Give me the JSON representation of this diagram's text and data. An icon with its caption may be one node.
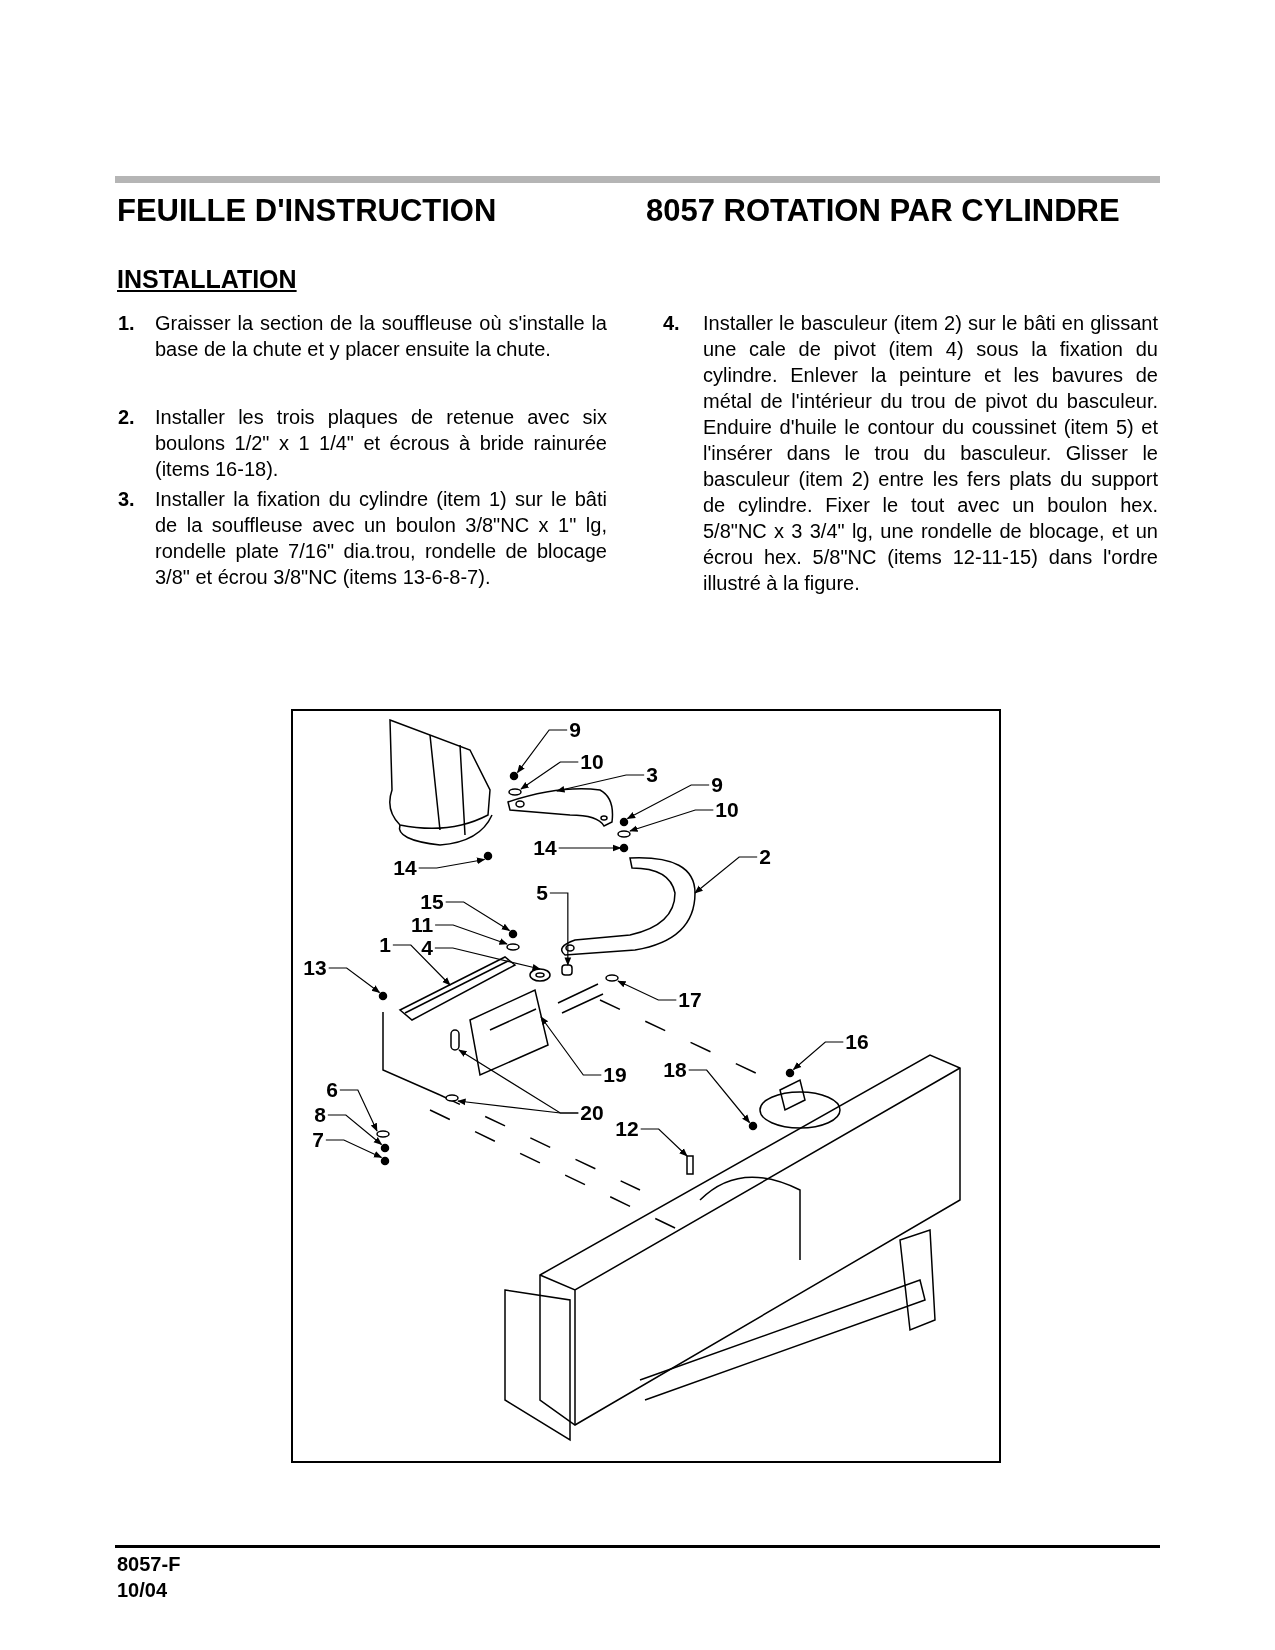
{
  "diagram": {
    "title": "FEUILLE D'INSTRUCTION",
    "nodes": [
      {
        "text": [
          "9"
        ]
      },
      {
        "text": [
          "10"
        ]
      },
      {
        "text": [
          "3"
        ]
      },
      {
        "text": [
          "9"
        ]
      },
      {
        "text": [
          "10"
        ]
      },
      {
        "text": [
          "2"
        ]
      },
      {
        "text": [
          "14"
        ]
      },
      {
        "text": [
          "14"
        ]
      },
      {
        "text": [
          "15"
        ]
      },
      {
        "text": [
          "5"
        ]
      },
      {
        "text": [
          "11"
        ]
      },
      {
        "text": [
          "4"
        ]
      },
      {
        "text": [
          "13"
        ]
      },
      {
        "text": [
          "1"
        ]
      },
      {
        "text": [
          "17"
        ]
      },
      {
        "text": [
          "16"
        ]
      },
      {
        "text": [
          "18"
        ]
      },
      {
        "text": [
          "19"
        ]
      },
      {
        "text": [
          "6"
        ]
      },
      {
        "text": [
          "20"
        ]
      },
      {
        "text": [
          "8"
        ]
      },
      {
        "text": [
          "12"
        ]
      },
      {
        "text": [
          "7"
        ]
      },
      {
        "text": [],
        "shape": "circle"
      },
      {
        "text": [],
        "shape": "circle"
      },
      {
        "text": [],
        "shape": "picture"
      },
      {
        "text": [],
        "shape": "circle"
      },
      {
        "text": [],
        "shape": "circle"
      },
      {
        "text": [],
        "shape": "picture"
      },
      {
        "text": [],
        "shape": "circle"
      },
      {
        "text": [],
        "shape": "circle"
      },
      {
        "text": [],
        "shape": "circle"
      },
      {
        "text": [],
        "shape": "box"
      },
      {
        "text": [],
        "shape": "circle"
      },
      {
        "text": [],
        "shape": "picture"
      },
      {
        "text": [],
        "shape": "circle"
      },
      {
        "text": [],
        "shape": "picture"
      },
      {
        "text": [],
        "shape": "circle"
      },
      {
        "text": [],
        "shape": "circle"
      },
      {
        "text": [],
        "shape": "circle"
      },
      {
        "text": [],
        "shape": "picture"
      },
      {
        "text": [],
        "shape": "circle"
      },
      {
        "text": [],
        "shape": "box"
      },
      {
        "text": [],
        "shape": "circle"
      },
      {
        "text": [],
        "shape": "circle"
      },
      {
        "text": [],
        "shape": "box"
      },
      {
        "text": [],
        "shape": "circle"
      }
    ],
    "edges": [
      {
        "from": 0,
        "to": 23,
        "arrow": "to"
      },
      {
        "from": 1,
        "to": 24,
        "arrow": "to"
      },
      {
        "from": 2,
        "to": 25,
        "arrow": "to"
      },
      {
        "from": 3,
        "to": 26,
        "arrow": "to"
      },
      {
        "from": 4,
        "to": 27,
        "arrow": "to"
      },
      {
        "from": 5,
        "to": 28,
        "arrow": "to"
      },
      {
        "from": 6,
        "to": 29,
        "arrow": "to"
      },
      {
        "from": 7,
        "to": 30,
        "arrow": "to"
      },
      {
        "from": 8,
        "to": 31,
        "arrow": "to"
      },
      {
        "from": 9,
        "to": 32,
        "arrow": "to"
      },
      {
        "from": 10,
        "to": 33,
        "arrow": "to"
      },
      {
        "from": 11,
        "to": 34,
        "arrow": "to"
      },
      {
        "from": 12,
        "to": 35,
        "arrow": "to"
      },
      {
        "from": 13,
        "to": 36,
        "arrow": "to"
      },
      {
        "from": 14,
        "to": 37,
        "arrow": "to"
      },
      {
        "from": 15,
        "to": 38,
        "arrow": "to"
      },
      {
        "from": 16,
        "to": 39,
        "arrow": "to"
      },
      {
        "from": 17,
        "to": 40,
        "arrow": "to"
      },
      {
        "from": 18,
        "to": 41,
        "arrow": "to"
      },
      {
        "from": 19,
        "to": 42,
        "arrow": "to"
      },
      {
        "from": 19,
        "to": 43,
        "arrow": "to"
      },
      {
        "from": 20,
        "to": 44,
        "arrow": "to"
      },
      {
        "from": 21,
        "to": 45,
        "arrow": "to"
      },
      {
        "from": 22,
        "to": 46,
        "arrow": "to"
      }
    ],
    "labels": [
      "8057 ROTATION PAR CYLINDRE",
      "INSTALLATION",
      "1.",
      "Graisser la section de la souffleuse où s'installe la base de la chute et y placer ensuite la chute.",
      "2.",
      "Installer les trois plaques de retenue avec six boulons 1/2\" x 1 1/4\" et écrous à bride rainurée (items 16-18).",
      "3.",
      "Installer la fixation du cylindre (item 1) sur le bâti de la souffleuse avec un boulon 3/8\"NC x 1\" lg, rondelle plate 7/16\" dia.trou, rondelle de blocage 3/8\" et écrou 3/8\"NC (items 13-6-8-7).",
      "4.",
      "Installer le basculeur (item 2) sur le bâti en glissant une cale de pivot (item 4) sous la fixation du cylindre. Enlever la peinture et les bavures de métal de l'intérieur du trou de pivot du basculeur. Enduire d'huile le contour du coussinet (item 5) et l'insérer dans le trou du basculeur. Glisser le basculeur (item 2) entre les fers plats du support de cylindre. Fixer le tout avec un boulon hex. 5/8\"NC x 3 3/4\" lg, une rondelle de blocage, et un écrou hex. 5/8\"NC (items 12-11-15) dans l'ordre illustré à la figure.",
      "8057-F",
      "10/04"
    ]
  }
}
